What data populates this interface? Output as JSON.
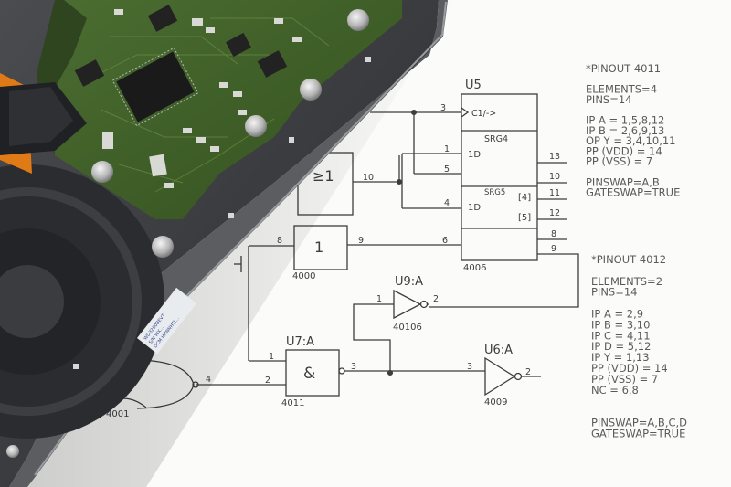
{
  "schematic": {
    "chip_u5": {
      "name": "U5",
      "part": "4006",
      "clock": "C1/->",
      "srg4": "SRG4",
      "srg5": "SRG5",
      "d1": "1D",
      "d2": "1D",
      "b4": "[4]",
      "b5": "[5]",
      "pins": {
        "p3": "3",
        "p1": "1",
        "p5": "5",
        "p4": "4",
        "p6": "6",
        "p13": "13",
        "p10": "10",
        "p11": "11",
        "p12": "12",
        "p8": "8",
        "p9": "9"
      }
    },
    "or_gate": {
      "symbol": "≥1",
      "pin_out": "10"
    },
    "inv_4000": {
      "symbol": "1",
      "part": "4000",
      "pin_in": "8",
      "pin_out": "9"
    },
    "u9": {
      "name": "U9:A",
      "part": "40106",
      "pin_in": "1",
      "pin_out": "2"
    },
    "u7": {
      "name": "U7:A",
      "part": "4011",
      "symbol": "&",
      "pin1": "1",
      "pin2": "2",
      "pin_out": "3"
    },
    "u6": {
      "name": "U6:A",
      "part": "4009",
      "pin_in": "3",
      "pin_out": "2"
    },
    "nand_4001": {
      "part": "4001",
      "pin_out": "4"
    }
  },
  "pinout_4011": [
    "*PINOUT 4011",
    "",
    "ELEMENTS=4",
    "PINS=14",
    "",
    "IP A = 1,5,8,12",
    "IP B = 2,6,9,13",
    "OP Y = 3,4,10,11",
    "PP (VDD) = 14",
    "PP (VSS) = 7",
    "",
    "PINSWAP=A,B",
    "GATESWAP=TRUE"
  ],
  "pinout_4012": [
    "*PINOUT 4012",
    "",
    "ELEMENTS=2",
    "PINS=14",
    "",
    "IP A = 2,9",
    "IP B = 3,10",
    "IP C = 4,11",
    "IP D = 5,12",
    "IP Y = 1,13",
    "PP (VDD) = 14",
    "PP (VSS) = 7",
    "NC = 6,8",
    "",
    "",
    "PINSWAP=A,B,C,D",
    "GATESWAP=TRUE"
  ],
  "drive_label": {
    "lines": [
      "WD3200BEVT",
      "S/N WX…",
      "DCM HHNNHTJ…"
    ]
  },
  "colors": {
    "pcb": "#3f5c2a",
    "pcb_dark": "#2e4520",
    "chassis": "#35373a",
    "ribbon": "#e07a16",
    "ink": "#3d3d3d"
  }
}
